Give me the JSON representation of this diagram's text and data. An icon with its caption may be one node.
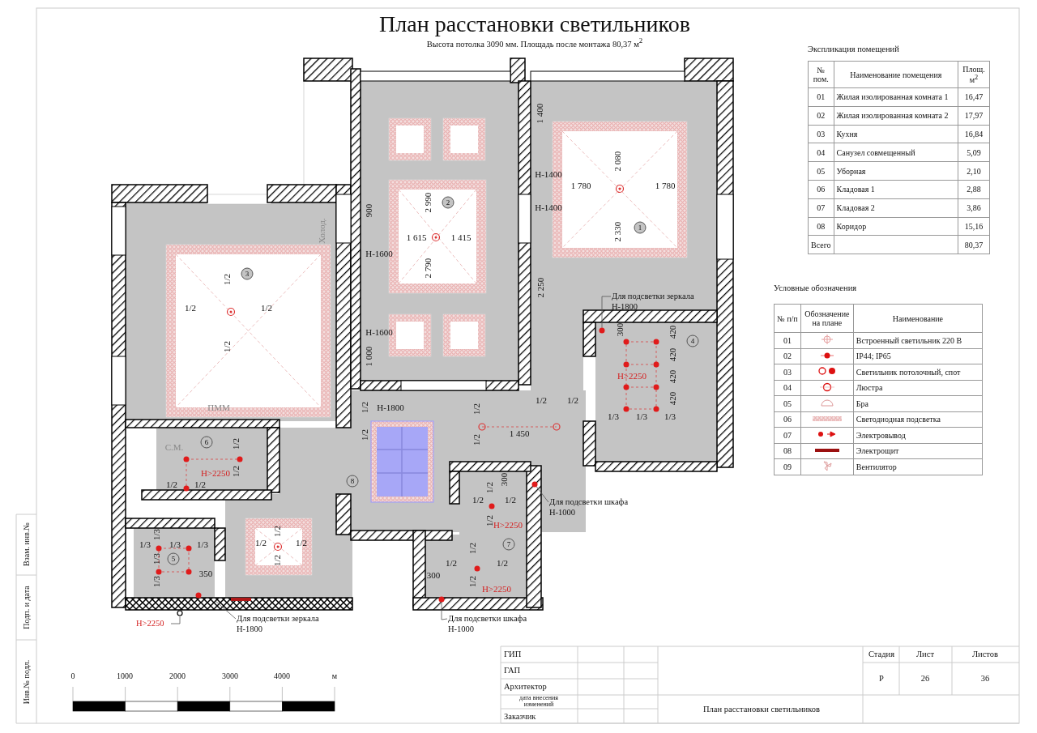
{
  "diagram": {
    "title": "План расстановки светильников",
    "nodes": [
      {
        "text": [
          "Для подсветки зеркала H-1800"
        ]
      },
      {
        "text": [
          "Для подсветки шкафа H-1000"
        ]
      },
      {
        "text": [
          "Для подсветки зеркала H-1800"
        ]
      },
      {
        "text": [
          "Для подсветки шкафа H-1000"
        ]
      },
      {
        "text": [
          "H>2250"
        ]
      },
      {
        "text": [],
        "shape": "circle"
      },
      {
        "text": [],
        "shape": "circle"
      }
    ],
    "edges": [
      {
        "from": 0,
        "to": 5,
        "arrow": "none"
      },
      {
        "from": 1,
        "to": 6,
        "arrow": "none"
      },
      {
        "from": 2,
        "to": null,
        "arrow": "none"
      },
      {
        "from": 3,
        "to": null,
        "arrow": "none"
      },
      {
        "from": 4,
        "to": null,
        "arrow": "none"
      }
    ],
    "labels": [
      "Высота потолка 3090 мм. Площадь после монтажа 80,37 м$^{2}$",
      "Экспликация помещений",
      "№ пом.",
      "Наименование помещения",
      "Площ. м$^{2}$",
      "01",
      "Жилая изолированная комната 1",
      "16,47",
      "02",
      "Жилая изолированная комната 2",
      "17,97",
      "03",
      "Кухня",
      "16,84",
      "04",
      "Санузел совмещенный",
      "5,09",
      "05",
      "Уборная",
      "2,10",
      "06",
      "Кладовая 1",
      "2,88",
      "07",
      "Кладовая 2",
      "3,86",
      "08",
      "Коридор",
      "15,16",
      "Всего",
      "80,37",
      "Условные обозначения",
      "№ п/п",
      "Обозначение на плане",
      "Наименование",
      "01",
      "02",
      "03",
      "04",
      "05",
      "06",
      "07",
      "08",
      "09",
      "900",
      "Холод.",
      "H-1600",
      "2 990",
      "2",
      "1 615",
      "1 415",
      "2 790",
      "H-1600",
      "1 000",
      "1 400",
      "H-1400",
      "2 080",
      "1 780",
      "1 780",
      "H-1400",
      "2 330",
      "1",
      "2 250",
      "3",
      "1/2",
      "1/2",
      "1/2",
      "1/2",
      "ПММ",
      "300",
      "420",
      "4",
      "420",
      "H>2250",
      "420",
      "420",
      "1/3",
      "1/3",
      "1/3",
      "1/2",
      "H-1800",
      "1/2",
      "1/2",
      "1/2",
      "1/2",
      "1 450",
      "1/2",
      "8",
      "С.М.",
      "6",
      "1/2",
      "1/2",
      "H>2250",
      "1/2",
      "1/2",
      "300",
      "1/2",
      "1/2",
      "1/2",
      "1/2",
      "H>2250",
      "1/3",
      "1/3",
      "1/3",
      "1/3",
      "1/2",
      "1/2",
      "1/2",
      "5",
      "1/3",
      "1/2",
      "350",
      "1/3",
      "7",
      "1/2",
      "1/2",
      "1/2",
      "300",
      "1/2",
      "H>2250",
      "0",
      "1000",
      "2000",
      "3000",
      "4000",
      "м",
      "Взам. инв.№",
      "Подп. и дата",
      "Инв.№ подл.",
      "ГИП",
      "ГАП",
      "Архитектор",
      "дата внесения изменений",
      "Заказчик",
      "Стадия",
      "Лист",
      "Листов",
      "Р",
      "26",
      "36",
      "План расстановки светильников"
    ],
    "legend": [
      {
        "text": "Встроенный светильник 220 В"
      },
      {
        "text": "IP44; IP65"
      },
      {
        "text": "Светильник потолочный, спот"
      },
      {
        "text": "Люстра"
      },
      {
        "text": "Бра"
      },
      {
        "text": "Светодиодная подсветка"
      },
      {
        "text": "Электровывод"
      },
      {
        "text": "Электрощит"
      },
      {
        "text": "Вентилятор"
      }
    ]
  }
}
